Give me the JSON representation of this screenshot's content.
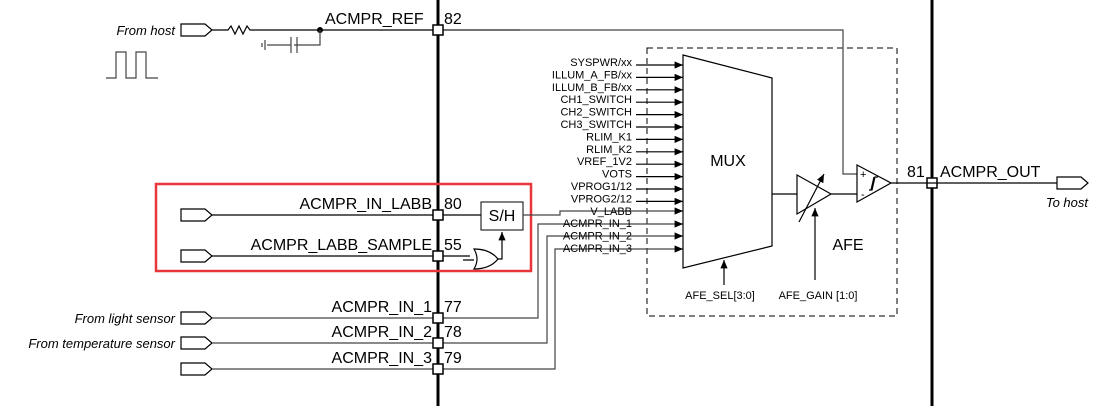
{
  "pins": {
    "ref": {
      "name": "ACMPR_REF",
      "num": "82"
    },
    "in_labb": {
      "name": "ACMPR_IN_LABB",
      "num": "80"
    },
    "labb_sample": {
      "name": "ACMPR_LABB_SAMPLE",
      "num": "55"
    },
    "in_1": {
      "name": "ACMPR_IN_1",
      "num": "77"
    },
    "in_2": {
      "name": "ACMPR_IN_2",
      "num": "78"
    },
    "in_3": {
      "name": "ACMPR_IN_3",
      "num": "79"
    },
    "out": {
      "name": "ACMPR_OUT",
      "num": "81"
    }
  },
  "sources": {
    "from_host": "From host",
    "light": "From light sensor",
    "temp": "From temperature sensor",
    "to_host": "To host"
  },
  "blocks": {
    "sh": "S/H",
    "mux": "MUX",
    "afe": "AFE",
    "afe_sel": "AFE_SEL[3:0]",
    "afe_gain": "AFE_GAIN [1:0]"
  },
  "mux_inputs": [
    "SYSPWR/xx",
    "ILLUM_A_FB/xx",
    "ILLUM_B_FB/xx",
    "CH1_SWITCH",
    "CH2_SWITCH",
    "CH3_SWITCH",
    "RLIM_K1",
    "RLIM_K2",
    "VREF_1V2",
    "VOTS",
    "VPROG1/12",
    "VPROG2/12",
    "V_LABB",
    "ACMPR_IN_1",
    "ACMPR_IN_2",
    "ACMPR_IN_3"
  ],
  "colors": {
    "highlight": "#e8363a"
  }
}
